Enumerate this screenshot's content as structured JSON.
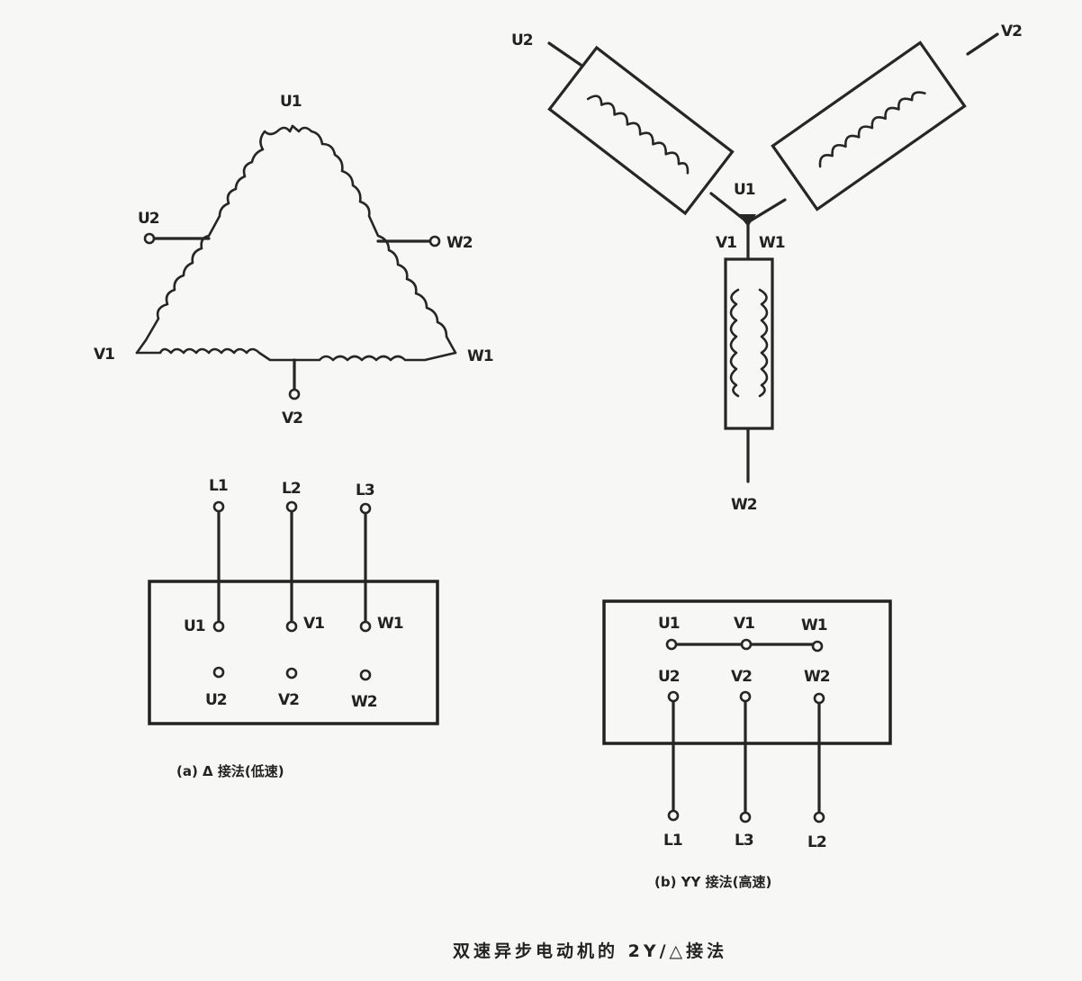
{
  "delta_winding": {
    "labels": {
      "top": "U1",
      "left_tap": "U2",
      "right_tap": "W2",
      "bottom_left": "V1",
      "bottom_right": "W1",
      "bottom_tap": "V2"
    }
  },
  "yy_winding": {
    "labels": {
      "arm_upper_left": "U2",
      "arm_upper_right": "V2",
      "center": "U1",
      "center_left": "V1",
      "center_right": "W1",
      "arm_bottom": "W2"
    }
  },
  "delta_terminal_box": {
    "supply": [
      "L1",
      "L2",
      "L3"
    ],
    "row_top": [
      "U1",
      "V1",
      "W1"
    ],
    "row_bottom": [
      "U2",
      "V2",
      "W2"
    ],
    "caption": "(a) Δ 接法(低速)"
  },
  "yy_terminal_box": {
    "row_top": [
      "U1",
      "V1",
      "W1"
    ],
    "row_bottom": [
      "U2",
      "V2",
      "W2"
    ],
    "supply": [
      "L1",
      "L3",
      "L2"
    ],
    "caption": "(b) YY 接法(高速)"
  },
  "figure_title": "双速异步电动机的 2Y/△接法"
}
